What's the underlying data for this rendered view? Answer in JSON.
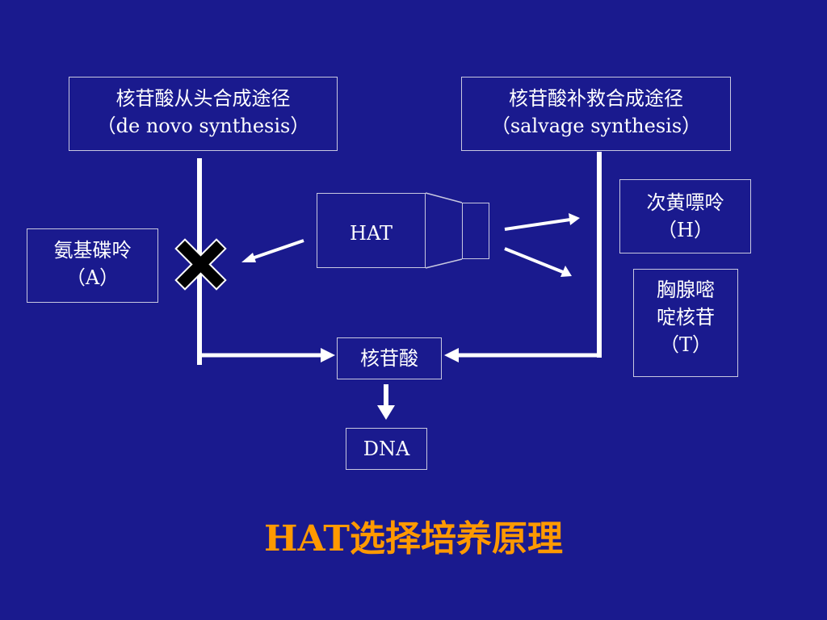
{
  "boxes": {
    "de_novo": {
      "line1": "核苷酸从头合成途径",
      "line2": "（de novo synthesis）"
    },
    "salvage": {
      "line1": "核苷酸补救合成途径",
      "line2": "（salvage synthesis）"
    },
    "hypoxanthine": {
      "line1": "次黄嘌呤",
      "line2": "（H）"
    },
    "aminopterin": {
      "line1": "氨基碟呤",
      "line2": "（A）"
    },
    "thymidine": {
      "line1": "胸腺嘧",
      "line2": "啶核苷",
      "line3": "（T）"
    },
    "nucleotide": "核苷酸",
    "dna": "DNA",
    "hat": "HAT"
  },
  "title": {
    "prefix": "HAT",
    "text": "选择培养原理"
  },
  "colors": {
    "background": "#1a1a8e",
    "lines": "#ffffff",
    "title": "#ff9900",
    "block_mark": "#000000"
  },
  "icons": {
    "block": "x-mark-icon",
    "down": "arrow-down-icon"
  }
}
